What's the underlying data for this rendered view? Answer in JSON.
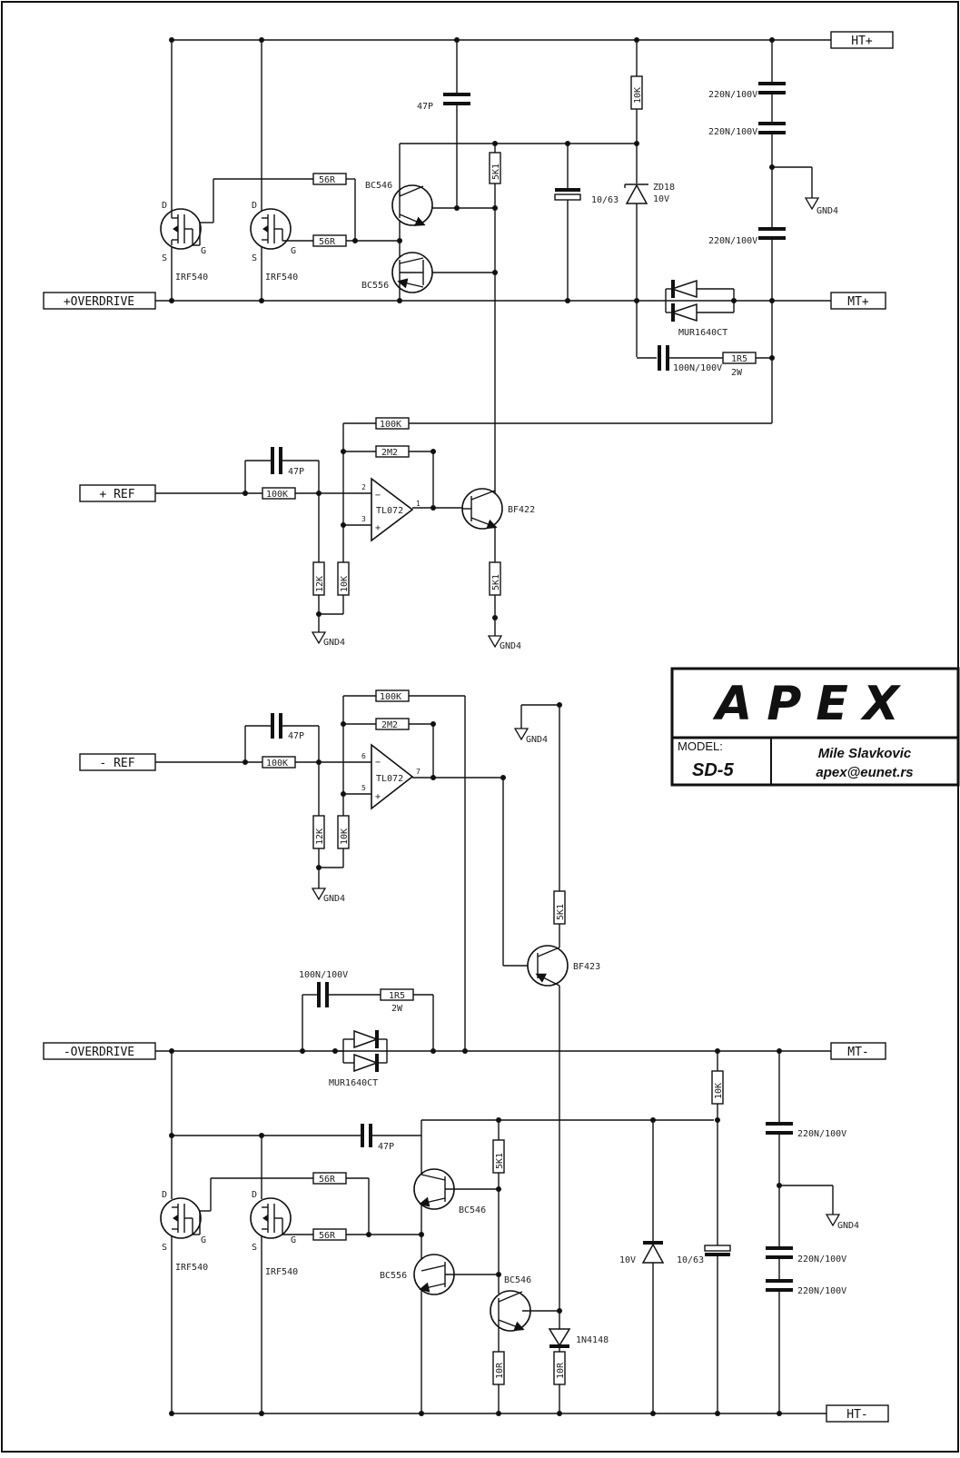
{
  "ports": {
    "ht_plus": "HT+",
    "overdrive_plus": "+OVERDRIVE",
    "mt_plus": "MT+",
    "ref_plus": "+ REF",
    "ref_minus": "- REF",
    "overdrive_minus": "-OVERDRIVE",
    "mt_minus": "MT-",
    "ht_minus": "HT-"
  },
  "titleblock": {
    "brand": "APEX",
    "model_label": "MODEL:",
    "model": "SD-5",
    "author": "Mile Slavkovic",
    "email": "apex@eunet.rs"
  },
  "top": {
    "mosfet": "IRF540",
    "pin_d": "D",
    "pin_s": "S",
    "pin_g": "G",
    "r_gate": "56R",
    "q_npn": "BC546",
    "q_pnp": "BC556",
    "c_47p": "47P",
    "r_5k1": "5K1",
    "c_10_63": "10/63",
    "r_10k": "10K",
    "zener": "ZD18",
    "zener_v": "10V",
    "c_220n": "220N/100V",
    "gnd": "GND4",
    "diode": "MUR1640CT",
    "c_snub": "100N/100V",
    "r_snub": "1R5",
    "r_snub_w": "2W"
  },
  "ref_plus_section": {
    "r_fb": "100K",
    "r_2m2": "2M2",
    "c_47p": "47P",
    "r_in": "100K",
    "opamp": "TL072",
    "pin_inv": "2",
    "pin_noninv": "3",
    "pin_out": "1",
    "q": "BF422",
    "r_12k": "12K",
    "r_10k": "10K",
    "r_5k1": "5K1",
    "gnd": "GND4"
  },
  "ref_minus_section": {
    "r_fb": "100K",
    "r_2m2": "2M2",
    "c_47p": "47P",
    "r_in": "100K",
    "opamp": "TL072",
    "pin_inv": "6",
    "pin_noninv": "5",
    "pin_out": "7",
    "q": "BF423",
    "r_12k": "12K",
    "r_10k": "10K",
    "r_5k1": "5K1",
    "gnd": "GND4"
  },
  "bottom": {
    "c_snub": "100N/100V",
    "r_snub": "1R5",
    "r_snub_w": "2W",
    "diode": "MUR1640CT",
    "r_10k": "10K",
    "c_47p": "47P",
    "r_gate": "56R",
    "mosfet": "IRF540",
    "pin_d": "D",
    "pin_s": "S",
    "pin_g": "G",
    "q_npn": "BC546",
    "q_pnp": "BC556",
    "q_npn2": "BC546",
    "r_5k1": "5K1",
    "zener_v": "10V",
    "c_10_63": "10/63",
    "c_220n": "220N/100V",
    "gnd": "GND4",
    "d_1n4148": "1N4148",
    "r_10r": "10R"
  }
}
